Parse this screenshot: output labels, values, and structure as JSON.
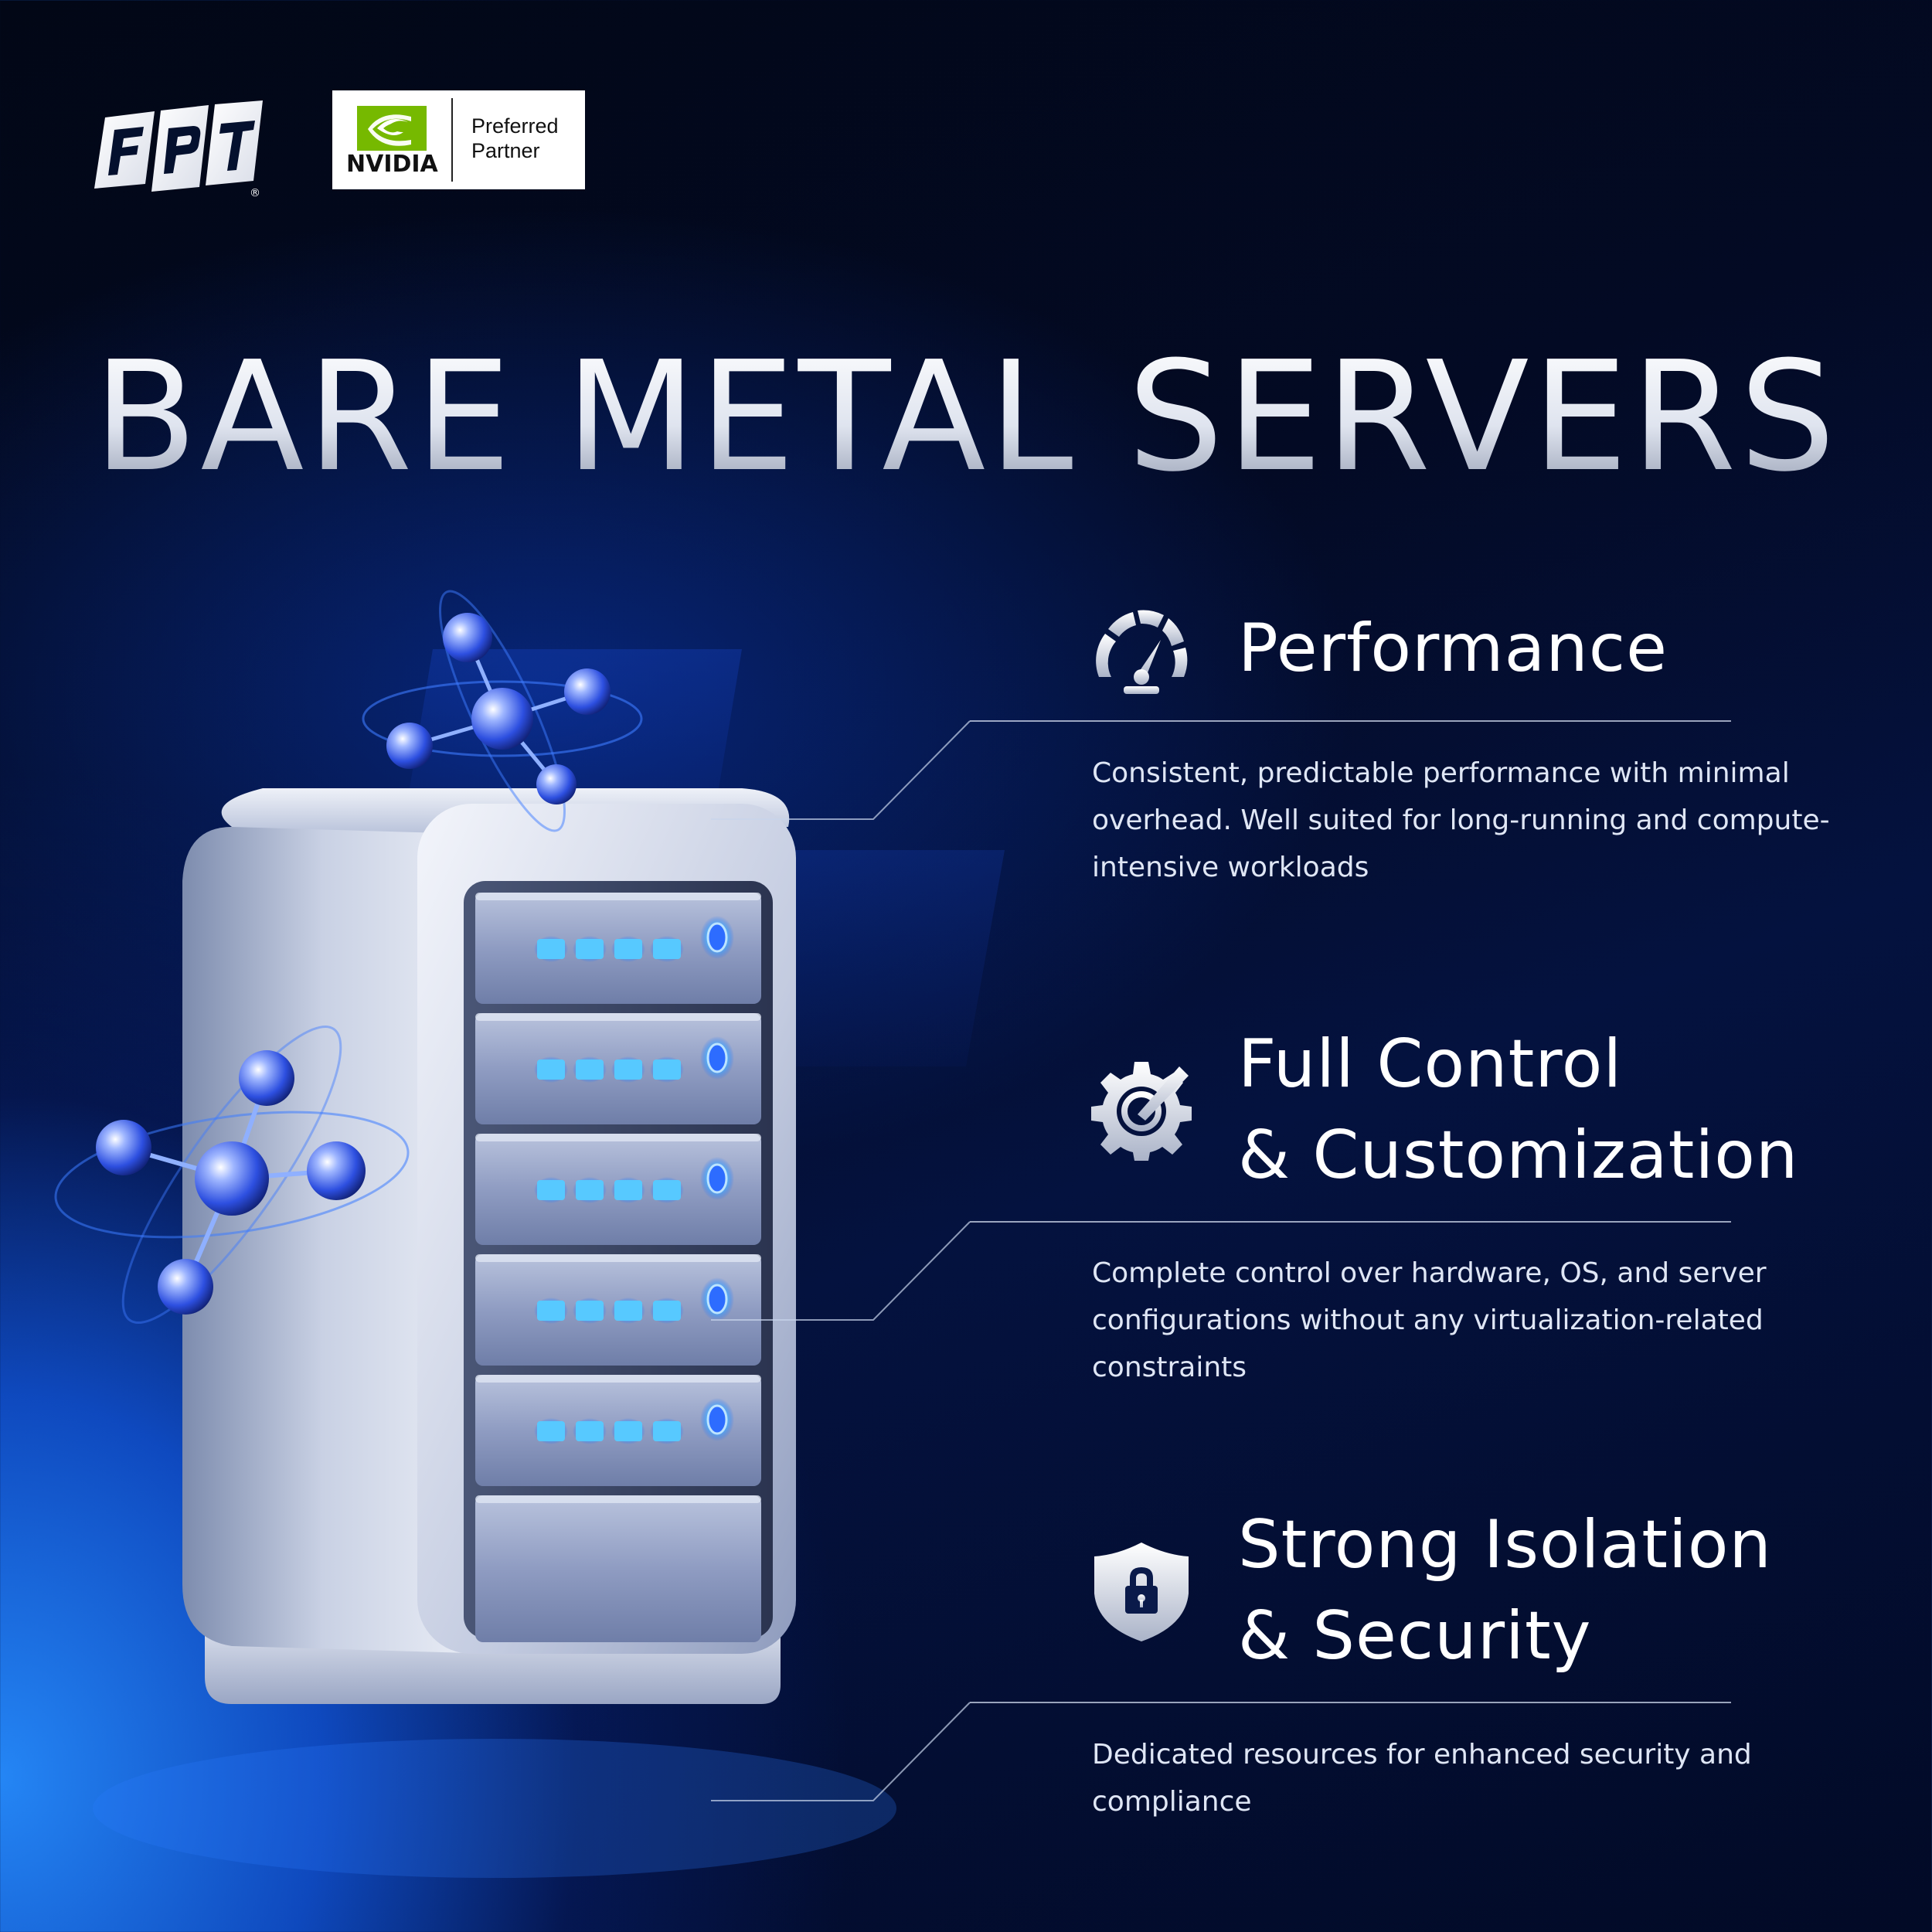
{
  "brand": {
    "fpt_logo": "FPT",
    "fpt_registered": "®",
    "partner_badge": {
      "brand": "NVIDIA",
      "line1": "Preferred",
      "line2": "Partner",
      "accent_color": "#76b900"
    }
  },
  "title": "BARE METAL SERVERS",
  "features": [
    {
      "icon": "speedometer-icon",
      "title_lines": [
        "Performance"
      ],
      "description": "Consistent, predictable performance with minimal overhead. Well suited for long-running and compute-intensive workloads"
    },
    {
      "icon": "gear-control-icon",
      "title_lines": [
        "Full Control",
        "& Customization"
      ],
      "description": "Complete control over hardware, OS, and server configurations without any virtualization-related constraints"
    },
    {
      "icon": "shield-lock-icon",
      "title_lines": [
        "Strong Isolation",
        "& Security"
      ],
      "description": "Dedicated resources for enhanced security and compliance"
    }
  ],
  "colors": {
    "background": "#030a24",
    "accent_blue": "#1e6bff",
    "led_blue": "#4fc3ff"
  }
}
